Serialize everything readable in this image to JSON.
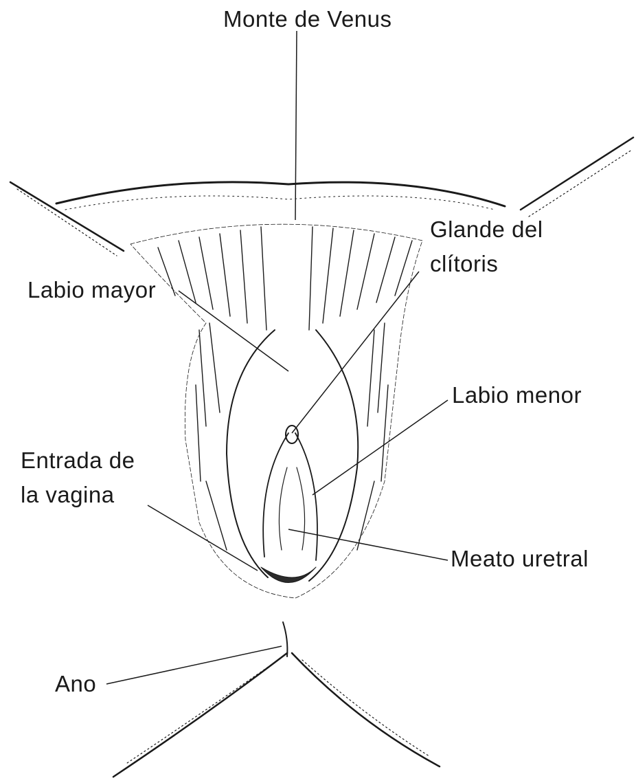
{
  "colors": {
    "ink": "#1a1a1a",
    "stipple": "#2b2b2b",
    "background": "#ffffff"
  },
  "labels": {
    "monte_venus": "Monte de Venus",
    "glande_clitoris_line1": "Glande del",
    "glande_clitoris_line2": "clítoris",
    "labio_mayor": "Labio mayor",
    "labio_menor": "Labio menor",
    "entrada_vagina_line1": "Entrada de",
    "entrada_vagina_line2": "la vagina",
    "meato_uretral": "Meato uretral",
    "ano": "Ano"
  }
}
